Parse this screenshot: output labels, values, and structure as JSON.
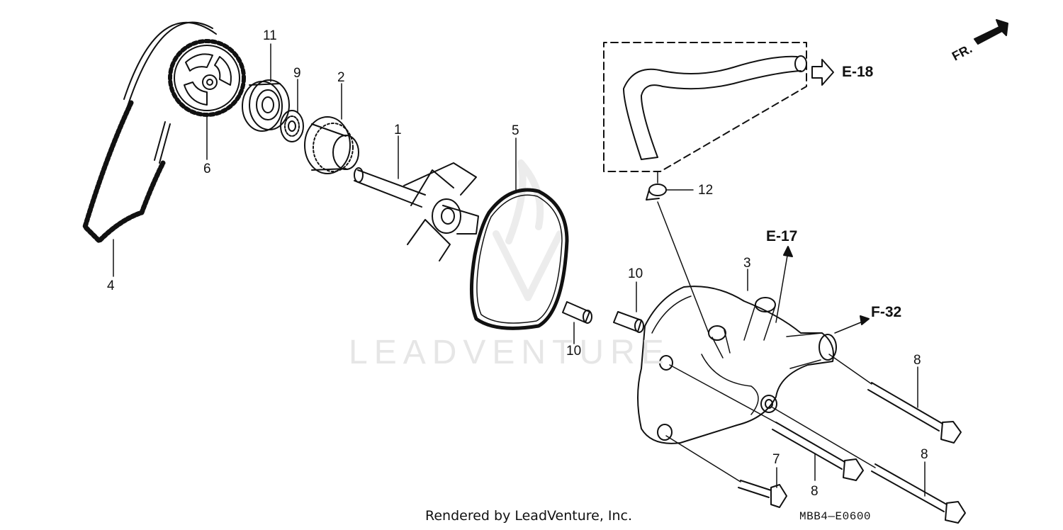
{
  "watermark": {
    "text": "LEADVENTURE"
  },
  "callouts": {
    "c1": "1",
    "c2": "2",
    "c3": "3",
    "c4": "4",
    "c5": "5",
    "c6": "6",
    "c7": "7",
    "c8a": "8",
    "c8b": "8",
    "c8c": "8",
    "c9": "9",
    "c10a": "10",
    "c10b": "10",
    "c11": "11",
    "c12": "12"
  },
  "references": {
    "e18": "E-18",
    "e17": "E-17",
    "f32": "F-32"
  },
  "orientation": {
    "label": "FR."
  },
  "footer": {
    "rendered_by": "Rendered by LeadVenture, Inc.",
    "drawing_code": "MBB4—E0600"
  }
}
